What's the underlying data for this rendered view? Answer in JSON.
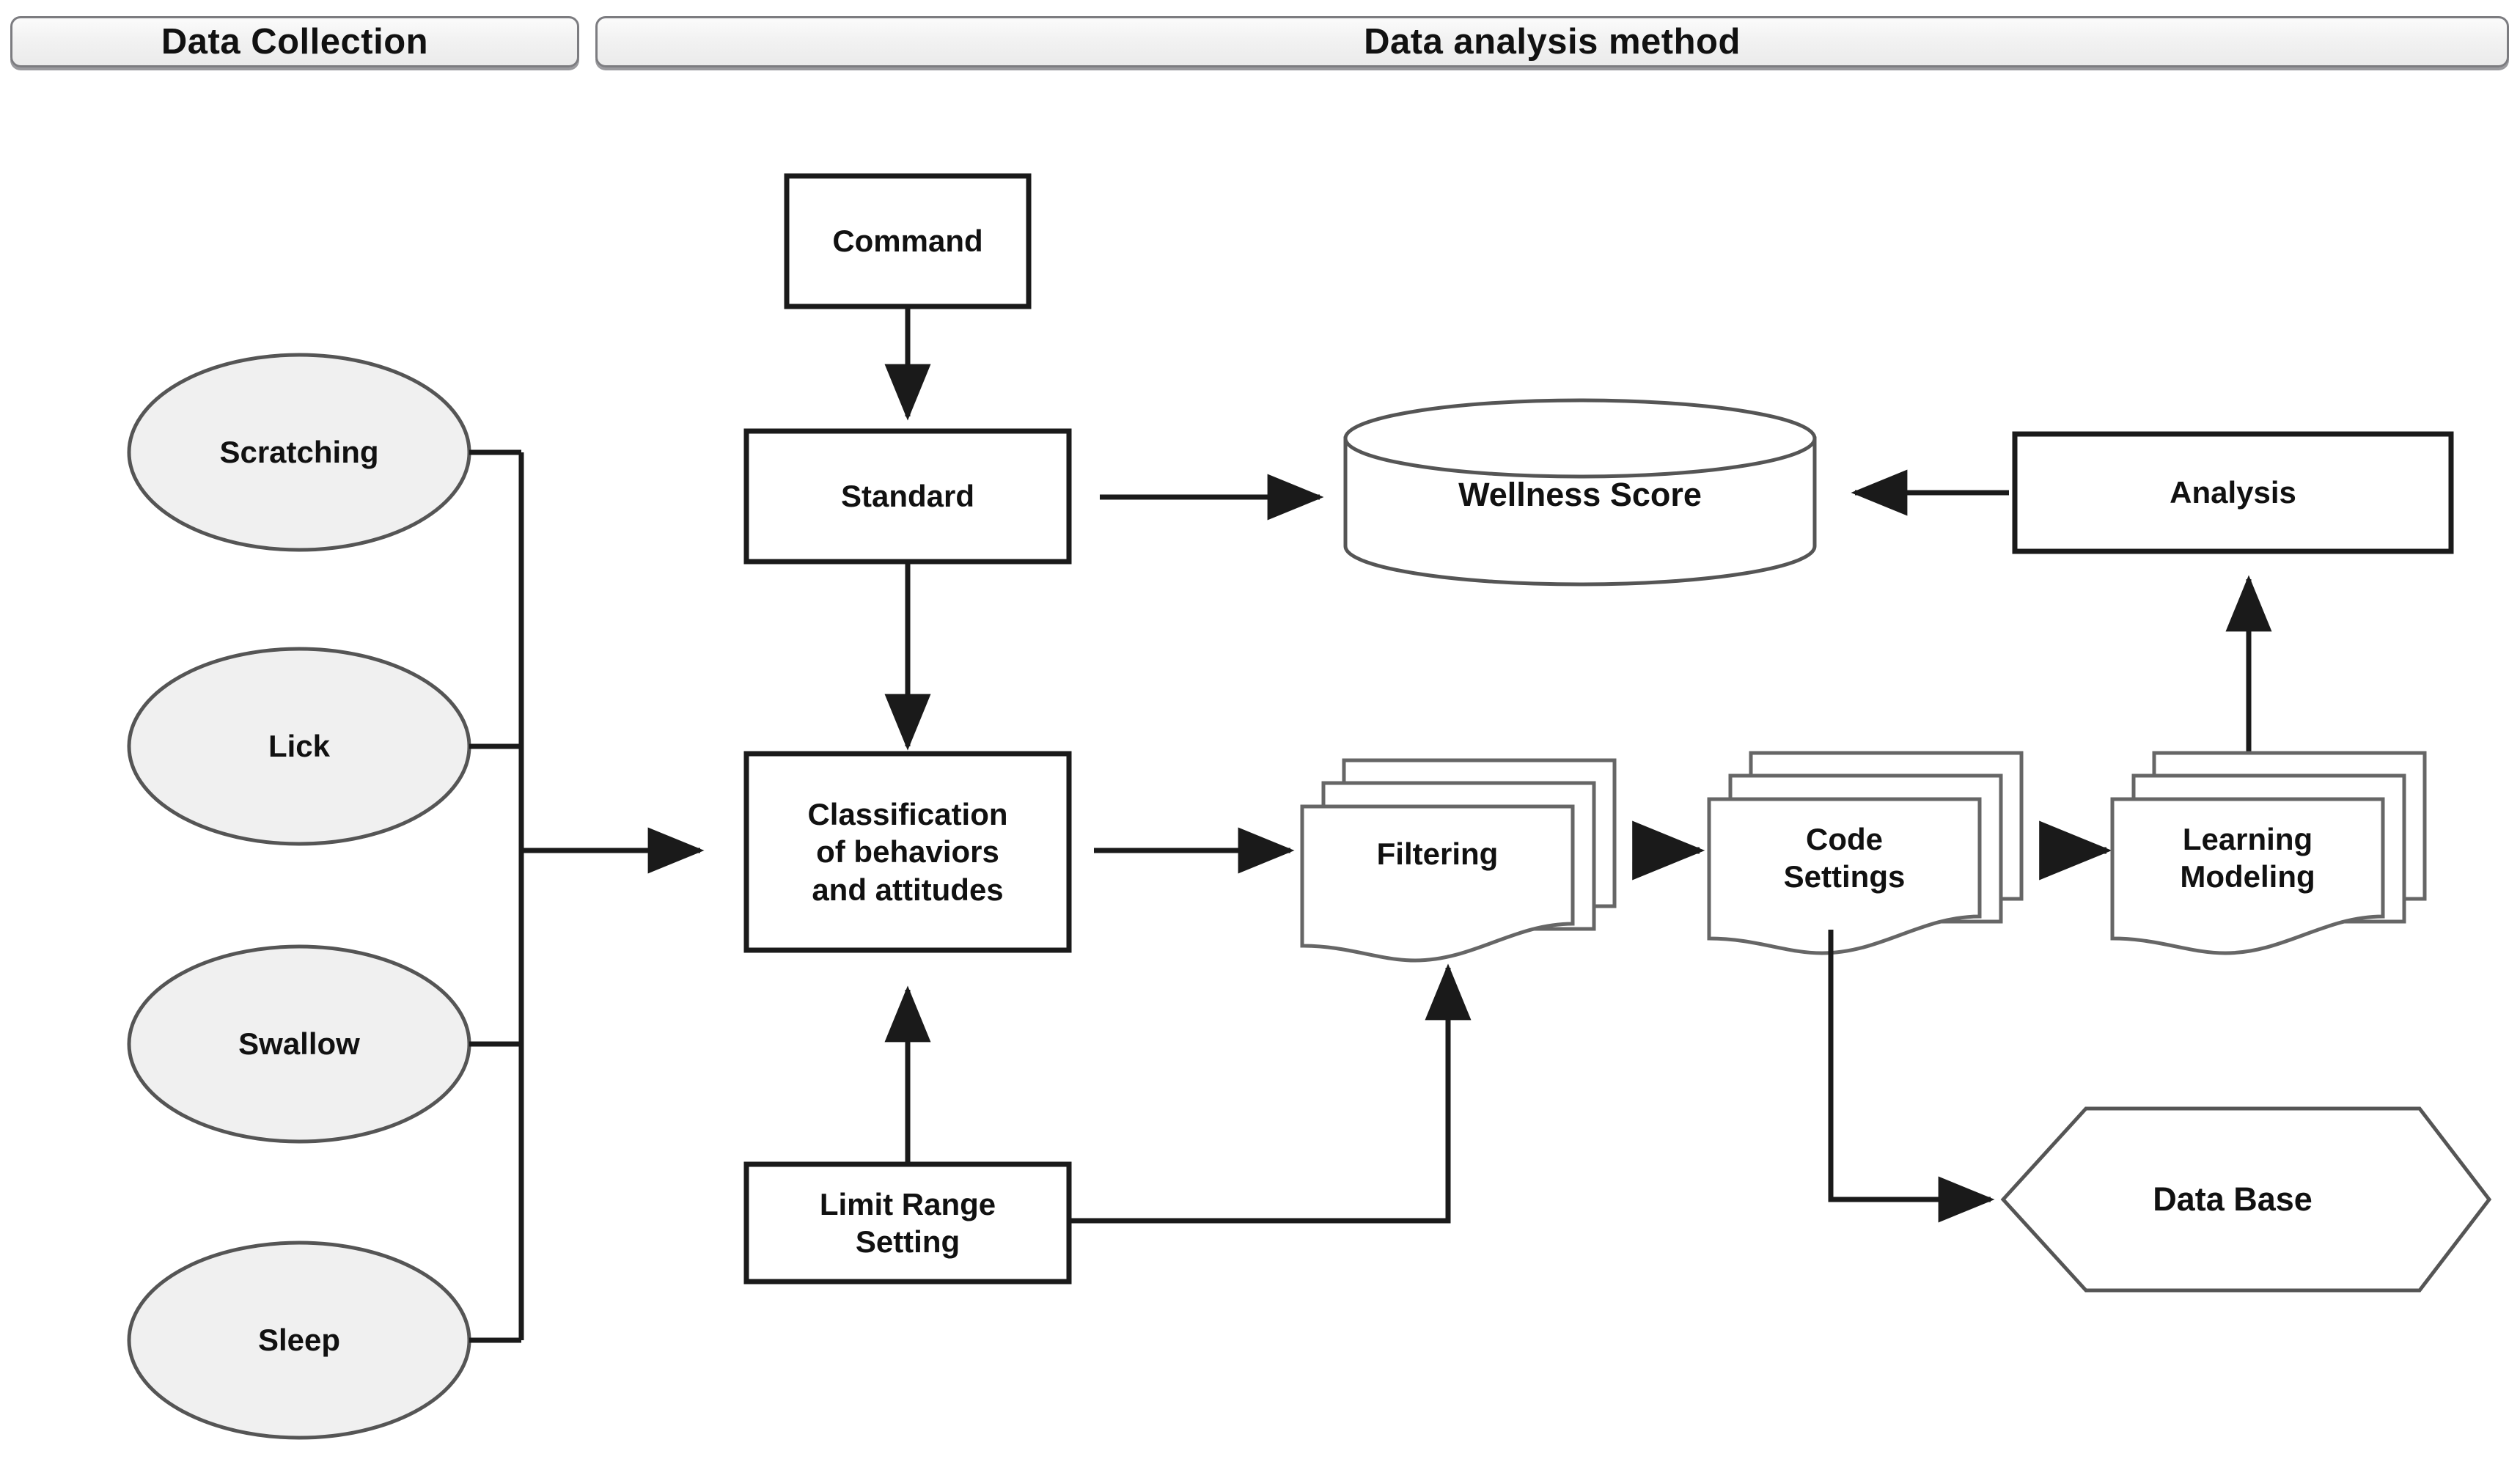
{
  "diagram": {
    "title": "Data Collection and Data Analysis Method Flowchart",
    "background_color": "#ffffff",
    "stroke_color": "#1a1a1a",
    "shape_outline_color": "#555555",
    "ellipse_fill": "#f0f0f0",
    "banner_fill": "#f2f2f2",
    "banner_border": "#7c7c80"
  },
  "banners": [
    {
      "id": "data-collection",
      "label": "Data Collection"
    },
    {
      "id": "data-analysis-method",
      "label": "Data analysis method"
    }
  ],
  "nodes": {
    "scratching": {
      "label": "Scratching",
      "shape": "ellipse"
    },
    "lick": {
      "label": "Lick",
      "shape": "ellipse"
    },
    "swallow": {
      "label": "Swallow",
      "shape": "ellipse"
    },
    "sleep": {
      "label": "Sleep",
      "shape": "ellipse"
    },
    "command": {
      "label": "Command",
      "shape": "rectangle"
    },
    "standard": {
      "label": "Standard",
      "shape": "rectangle"
    },
    "classification": {
      "label": "Classification\nof behaviors\nand attitudes",
      "shape": "rectangle"
    },
    "limit_range": {
      "label": "Limit Range\nSetting",
      "shape": "rectangle"
    },
    "wellness_score": {
      "label": "Wellness Score",
      "shape": "cylinder"
    },
    "analysis": {
      "label": "Analysis",
      "shape": "rectangle"
    },
    "filtering": {
      "label": "Filtering",
      "shape": "multi-document"
    },
    "code_settings": {
      "label": "Code\nSettings",
      "shape": "multi-document"
    },
    "learning_modeling": {
      "label": "Learning\nModeling",
      "shape": "multi-document"
    },
    "data_base": {
      "label": "Data Base",
      "shape": "hexagon"
    }
  },
  "edges": [
    {
      "from": "scratching",
      "to": "bus",
      "arrow": false
    },
    {
      "from": "lick",
      "to": "bus",
      "arrow": false
    },
    {
      "from": "swallow",
      "to": "bus",
      "arrow": false
    },
    {
      "from": "sleep",
      "to": "bus",
      "arrow": false
    },
    {
      "from": "bus",
      "to": "classification",
      "arrow": true
    },
    {
      "from": "command",
      "to": "standard",
      "arrow": true
    },
    {
      "from": "standard",
      "to": "classification",
      "arrow": true
    },
    {
      "from": "standard",
      "to": "wellness_score",
      "arrow": true
    },
    {
      "from": "analysis",
      "to": "wellness_score",
      "arrow": true
    },
    {
      "from": "limit_range",
      "to": "classification",
      "arrow": true
    },
    {
      "from": "limit_range",
      "to": "filtering",
      "arrow": true
    },
    {
      "from": "classification",
      "to": "filtering",
      "arrow": true
    },
    {
      "from": "filtering",
      "to": "code_settings",
      "arrow": true
    },
    {
      "from": "code_settings",
      "to": "learning_modeling",
      "arrow": true
    },
    {
      "from": "code_settings",
      "to": "data_base",
      "arrow": true
    },
    {
      "from": "learning_modeling",
      "to": "analysis",
      "arrow": true
    }
  ]
}
